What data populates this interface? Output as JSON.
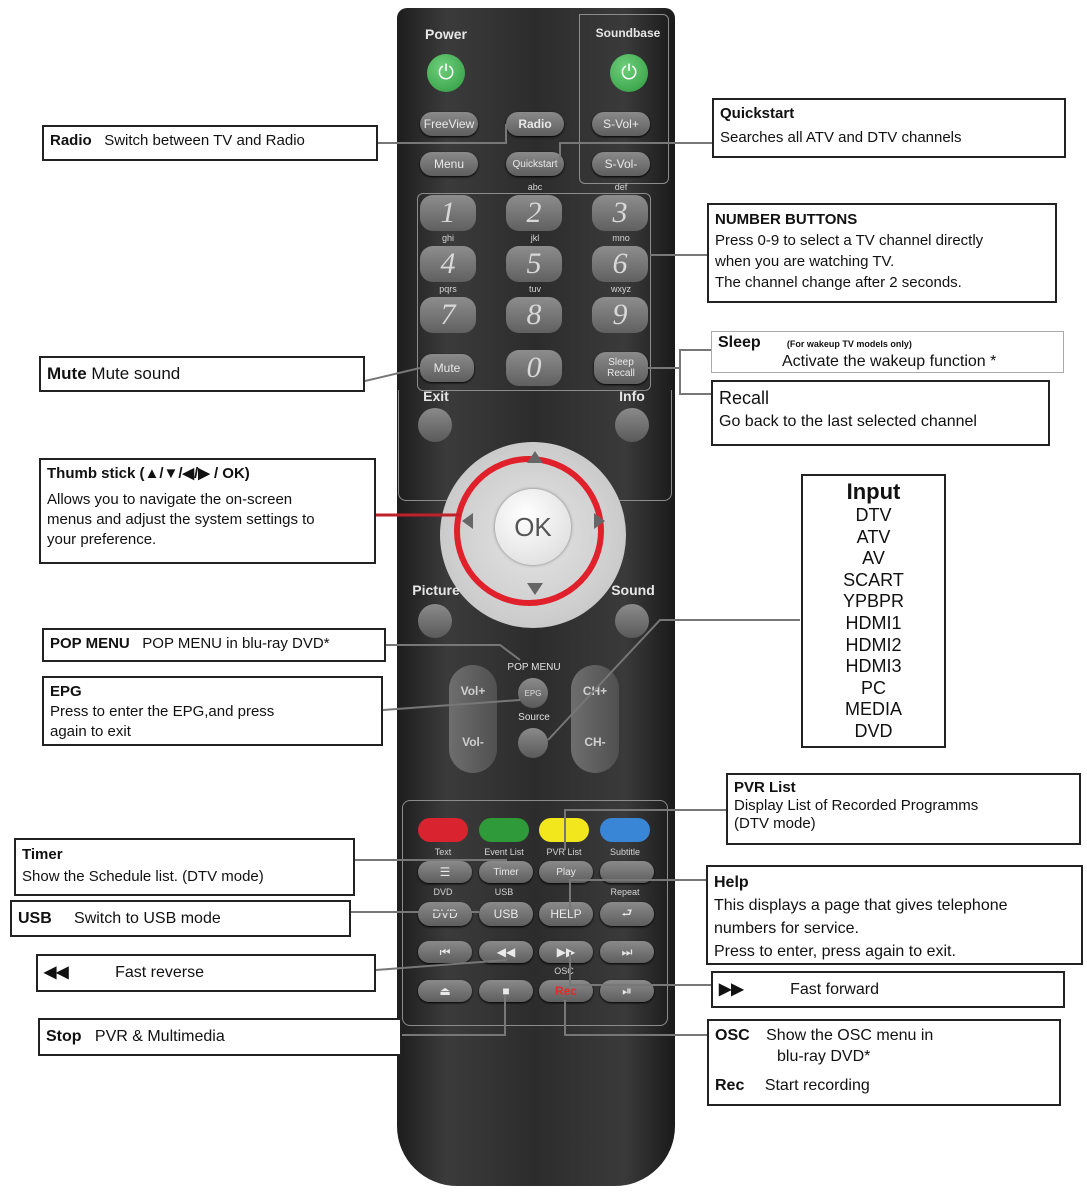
{
  "remote": {
    "power": "Power",
    "soundbase": "Soundbase",
    "power_icon": "power-icon",
    "freeview": "FreeView",
    "radio": "Radio",
    "svol_plus": "S-Vol+",
    "menu": "Menu",
    "quickstart": "Quickstart",
    "svol_minus": "S-Vol-",
    "num_sub": [
      "abc",
      "def",
      "ghi",
      "jkl",
      "mno",
      "pqrs",
      "tuv",
      "wxyz"
    ],
    "numbers": [
      "1",
      "2",
      "3",
      "4",
      "5",
      "6",
      "7",
      "8",
      "9",
      "0"
    ],
    "mute": "Mute",
    "sleep": "Sleep",
    "recall": "Recall",
    "exit": "Exit",
    "info": "Info",
    "ok": "OK",
    "picture": "Picture",
    "sound": "Sound",
    "pop_menu": "POP MENU",
    "epg": "EPG",
    "source": "Source",
    "vol_plus": "Vol+",
    "vol_minus": "Vol-",
    "ch_plus": "CH+",
    "ch_minus": "CH-",
    "color_buttons": [
      {
        "label": "Text",
        "color": "#d9232e"
      },
      {
        "label": "Event List",
        "color": "#2f9a3a"
      },
      {
        "label": "PVR List",
        "color": "#f2e61d"
      },
      {
        "label": "Subtitle",
        "color": "#3a86d6"
      }
    ],
    "timer": "Timer",
    "play": "Play",
    "dvd_top": "DVD",
    "usb_top": "USB",
    "repeat": "Repeat",
    "dvd": "DVD",
    "usb": "USB",
    "help": "HELP",
    "osc": "OSC",
    "rec": "Rec"
  },
  "callouts": {
    "radio": {
      "title": "Radio",
      "text": "Switch between TV and Radio"
    },
    "quickstart": {
      "title": "Quickstart",
      "text": "Searches all ATV and DTV channels"
    },
    "number": {
      "title": "NUMBER BUTTONS",
      "lines": [
        "Press 0-9 to select a TV channel directly",
        "when you are watching TV.",
        "The channel change after 2 seconds."
      ]
    },
    "sleep": {
      "title": "Sleep",
      "note": "(For wakeup TV models only)",
      "text": "Activate the wakeup function *"
    },
    "recall": {
      "title": "Recall",
      "text": "Go back to the last selected channel"
    },
    "mute": {
      "title": "Mute",
      "text": "Mute sound"
    },
    "thumb": {
      "title": "Thumb stick (▲/▼/◀/▶ / OK)",
      "lines": [
        "Allows you to navigate the on-screen",
        "menus and adjust the system settings to",
        "your preference."
      ]
    },
    "pop": {
      "title": "POP MENU",
      "text": "POP MENU in blu-ray DVD*"
    },
    "epg": {
      "title": "EPG",
      "lines": [
        "Press to enter the EPG,and press",
        "again to exit"
      ]
    },
    "pvr": {
      "title": "PVR List",
      "lines": [
        "Display List of Recorded Programms",
        "(DTV mode)"
      ]
    },
    "timer": {
      "title": "Timer",
      "text": "Show the Schedule list. (DTV mode)"
    },
    "help": {
      "title": "Help",
      "lines": [
        "This displays a page that gives telephone",
        "numbers for service.",
        "Press to enter, press again to exit."
      ]
    },
    "usb": {
      "title": "USB",
      "text": "Switch to USB mode"
    },
    "rev": {
      "symbol": "◀◀",
      "text": "Fast reverse"
    },
    "ffwd": {
      "symbol": "▶▶",
      "text": "Fast forward"
    },
    "stop": {
      "title": "Stop",
      "text": "PVR & Multimedia"
    },
    "osc": {
      "title": "OSC",
      "lines": [
        "Show the OSC menu in",
        "blu-ray DVD*"
      ]
    },
    "rec": {
      "title": "Rec",
      "text": "Start recording"
    }
  },
  "input": {
    "title": "Input",
    "items": [
      "DTV",
      "ATV",
      "AV",
      "SCART",
      "YPBPR",
      "HDMI1",
      "HDMI2",
      "HDMI3",
      "PC",
      "MEDIA",
      "DVD"
    ]
  }
}
